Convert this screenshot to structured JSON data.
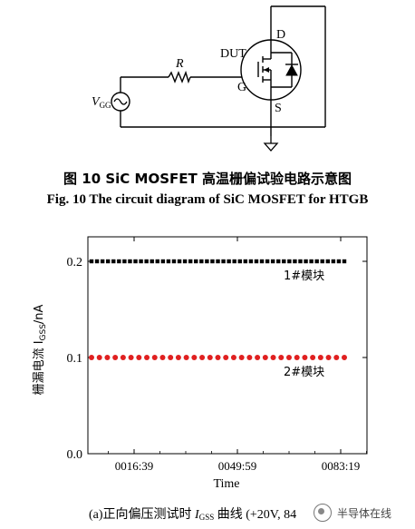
{
  "circuit": {
    "labels": {
      "D": "D",
      "DUT": "DUT",
      "R": "R",
      "G": "G",
      "S": "S",
      "vgg_main": "V",
      "vgg_sub": "GG"
    }
  },
  "captions": {
    "fig_cn": "图 10    SiC MOSFET 高温栅偏试验电路示意图",
    "fig_en": "Fig. 10    The circuit diagram of SiC MOSFET for HTGB"
  },
  "chart_data": {
    "type": "scatter",
    "title": "",
    "ylabel": "栅漏电流  I",
    "ylabel_sub": "GSS",
    "ylabel_unit": "/nA",
    "xlabel": "Time",
    "x_ticks": [
      "0016:39",
      "0049:59",
      "0083:19"
    ],
    "y_ticks": [
      "0.0",
      "0.1",
      "0.2"
    ],
    "ylim": [
      0.0,
      0.2
    ],
    "series": [
      {
        "name": "1#模块",
        "color": "#000000",
        "marker": "square",
        "values": [
          0.2,
          0.2,
          0.2,
          0.2,
          0.2,
          0.2,
          0.2,
          0.2,
          0.2,
          0.2,
          0.2,
          0.2,
          0.2,
          0.2,
          0.2,
          0.2,
          0.2,
          0.2,
          0.2,
          0.2,
          0.2,
          0.2,
          0.2,
          0.2,
          0.2,
          0.2,
          0.2,
          0.2,
          0.2,
          0.2,
          0.2,
          0.2,
          0.2,
          0.2,
          0.2,
          0.2,
          0.2,
          0.2,
          0.2,
          0.2,
          0.2,
          0.2,
          0.2,
          0.2,
          0.2,
          0.2,
          0.2
        ]
      },
      {
        "name": "2#模块",
        "color": "#e02020",
        "marker": "circle",
        "values": [
          0.1,
          0.1,
          0.1,
          0.1,
          0.1,
          0.1,
          0.1,
          0.1,
          0.1,
          0.1,
          0.1,
          0.1,
          0.1,
          0.1,
          0.1,
          0.1,
          0.1,
          0.1,
          0.1,
          0.1,
          0.1,
          0.1,
          0.1,
          0.1,
          0.1,
          0.1,
          0.1,
          0.1,
          0.1,
          0.1,
          0.1,
          0.1,
          0.1
        ]
      }
    ],
    "grid": false
  },
  "sub_caption": {
    "prefix": "(a)正向偏压测试时 ",
    "symbol": "I",
    "symbol_sub": "GSS",
    "suffix": " 曲线  (+20V, 84"
  },
  "watermark": {
    "text": "半导体在线"
  }
}
